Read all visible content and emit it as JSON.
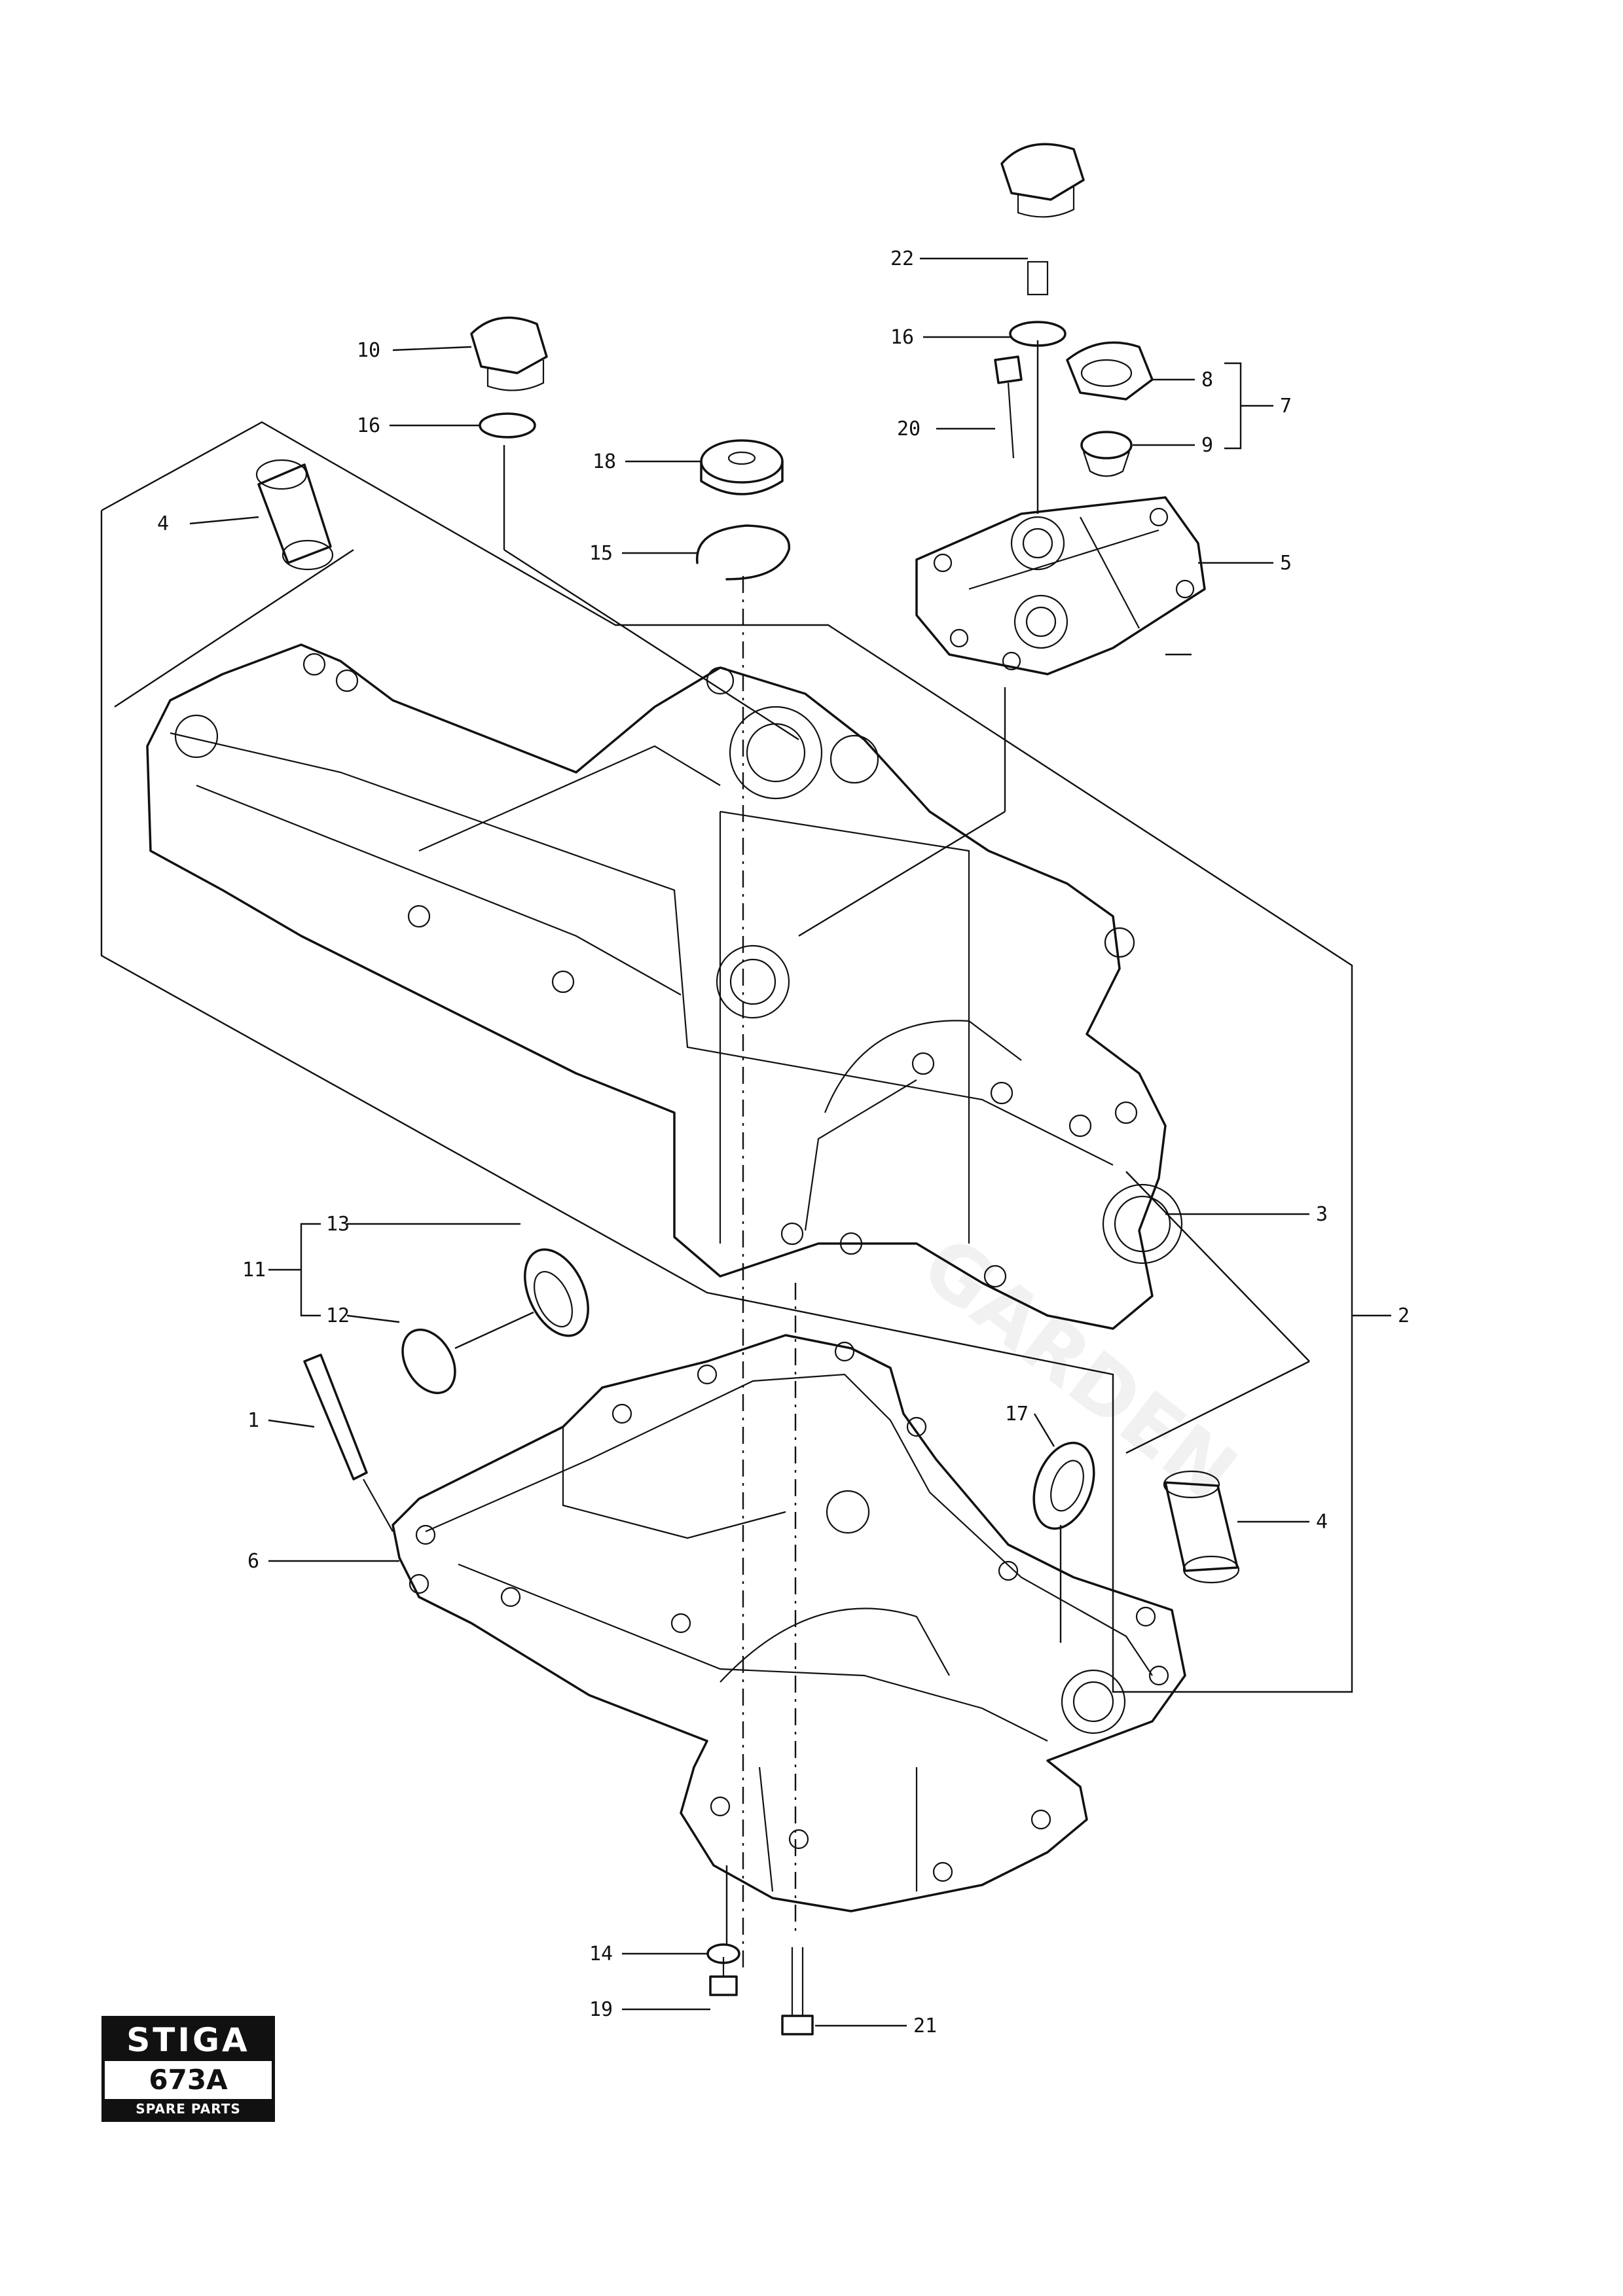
{
  "callouts": [
    "1",
    "2",
    "3",
    "4",
    "4",
    "5",
    "6",
    "7",
    "8",
    "9",
    "10",
    "11",
    "12",
    "13",
    "14",
    "15",
    "16",
    "16",
    "17",
    "18",
    "19",
    "20",
    "21",
    "22"
  ],
  "logo": {
    "brand": "STIGA",
    "code": "673A",
    "subtitle": "SPARE PARTS"
  },
  "watermark": "GARDEN"
}
